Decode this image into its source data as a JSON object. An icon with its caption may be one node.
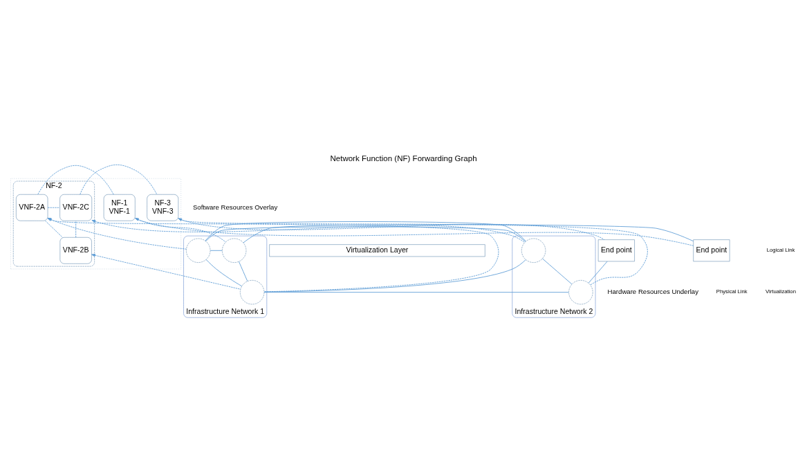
{
  "diagram": {
    "title": "Network Function (NF) Forwarding Graph",
    "nodes": [
      {
        "text": [],
        "shape": "box"
      },
      {
        "text": [
          "End point"
        ]
      },
      {
        "text": [
          "NF-1",
          "VNF-1"
        ],
        "in": 0
      },
      {
        "text": [
          "NF-2"
        ],
        "in": 0
      },
      {
        "text": [
          "VNF-2A"
        ],
        "in": 3
      },
      {
        "text": [
          "VNF-2B"
        ],
        "in": 3
      },
      {
        "text": [
          "VNF-2C"
        ],
        "in": 3
      },
      {
        "text": [
          "NF-3",
          "VNF-3"
        ],
        "in": 0
      },
      {
        "text": [
          "End point"
        ]
      },
      {
        "text": [
          "Virtualization Layer"
        ]
      },
      {
        "text": [
          "Infrastructure Network 1"
        ]
      },
      {
        "text": [],
        "shape": "circle",
        "in": 10
      },
      {
        "text": [],
        "shape": "circle",
        "in": 10
      },
      {
        "text": [],
        "shape": "circle",
        "in": 10
      },
      {
        "text": [
          "Infrastructure Network 2"
        ]
      },
      {
        "text": [],
        "shape": "circle",
        "in": 14
      },
      {
        "text": [],
        "shape": "circle",
        "in": 14
      }
    ],
    "edges": [
      {
        "from": 1,
        "to": 2,
        "arrow": "none",
        "style": "dashed"
      },
      {
        "from": 2,
        "to": 4,
        "arrow": "none",
        "style": "dashed"
      },
      {
        "from": 4,
        "to": 6,
        "arrow": "none",
        "style": "dashed"
      },
      {
        "from": 4,
        "to": 5,
        "arrow": "none",
        "style": "dashed"
      },
      {
        "from": 5,
        "to": 6,
        "arrow": "none",
        "style": "dashed"
      },
      {
        "from": 6,
        "to": 7,
        "arrow": "none",
        "style": "dashed"
      },
      {
        "from": 7,
        "to": 8,
        "arrow": "none",
        "style": "dashed"
      },
      {
        "from": 1,
        "to": 12,
        "arrow": "none"
      },
      {
        "from": 12,
        "to": 11,
        "arrow": "none"
      },
      {
        "from": 12,
        "to": 13,
        "arrow": "none"
      },
      {
        "from": 13,
        "to": 11,
        "arrow": "none"
      },
      {
        "from": 11,
        "to": 15,
        "arrow": "none"
      },
      {
        "from": 11,
        "to": 16,
        "arrow": "none"
      },
      {
        "from": 13,
        "to": 16,
        "arrow": "none"
      },
      {
        "from": 16,
        "to": 15,
        "arrow": "none"
      },
      {
        "from": 15,
        "to": 8,
        "arrow": "none"
      },
      {
        "from": 12,
        "to": 2,
        "arrow": "to",
        "style": "dashed"
      },
      {
        "from": 13,
        "to": 4,
        "arrow": "to",
        "style": "dashed"
      },
      {
        "from": 11,
        "to": 4,
        "arrow": "to",
        "style": "dashed"
      },
      {
        "from": 11,
        "to": 5,
        "arrow": "to",
        "style": "dashed"
      },
      {
        "from": 16,
        "to": 6,
        "arrow": "to",
        "style": "dashed"
      },
      {
        "from": 15,
        "to": 7,
        "arrow": "to",
        "style": "dashed"
      }
    ],
    "labels": [
      "Software Resources Overlay",
      "Hardware Resources Underlay"
    ],
    "legend": [
      {
        "text": "Physical Link"
      },
      {
        "text": "Logical Link"
      },
      {
        "text": "Virtualization"
      }
    ]
  }
}
